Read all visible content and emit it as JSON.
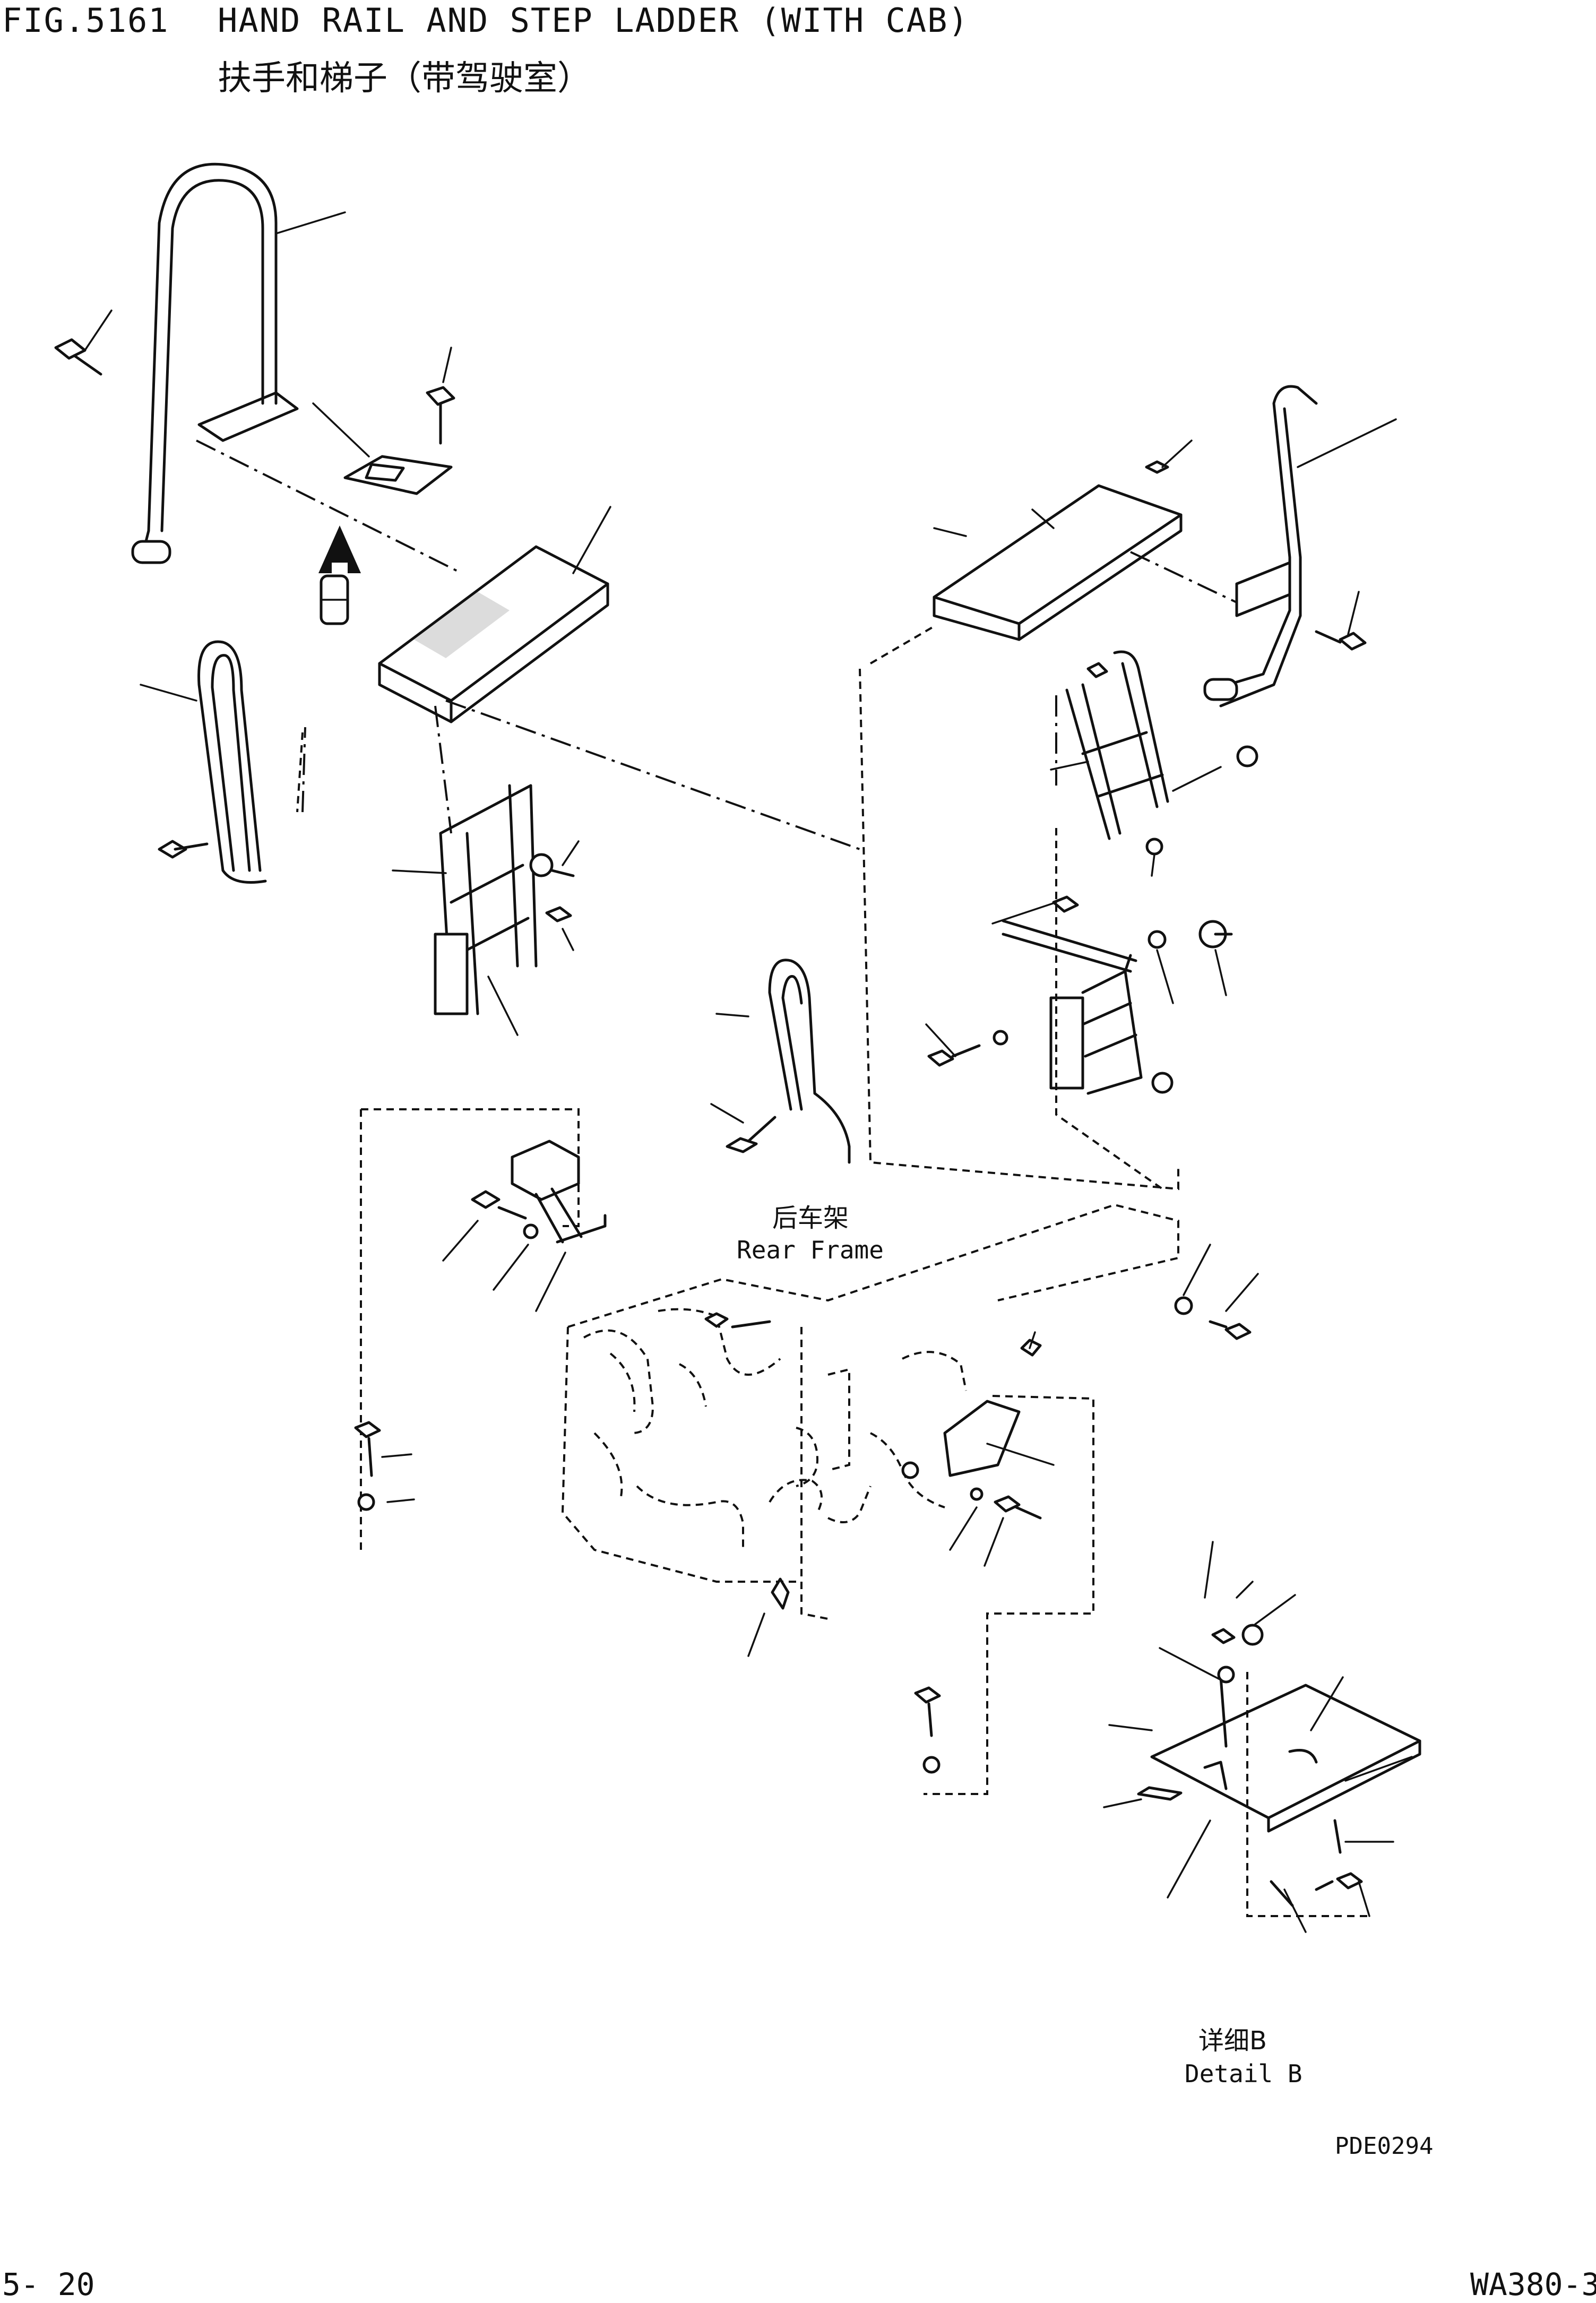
{
  "header": {
    "figure_number": "FIG.5161",
    "title_en": "HAND RAIL AND STEP LADDER (WITH CAB)",
    "title_zh": "扶手和梯子（带驾驶室）"
  },
  "labels": {
    "rear_frame_zh": "后车架",
    "rear_frame_en": "Rear Frame",
    "detail_zh": "详细B",
    "detail_en": "Detail B"
  },
  "footer": {
    "drawing_code": "PDE0294",
    "page_number": "5- 20",
    "model": "WA380-3"
  }
}
